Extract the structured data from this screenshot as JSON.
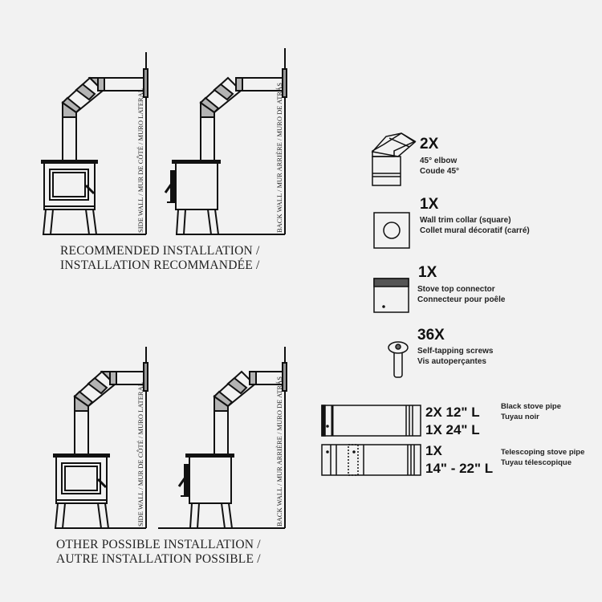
{
  "captions": {
    "recommended_en": "RECOMMENDED INSTALLATION /",
    "recommended_fr": "INSTALLATION RECOMMANDÉE /",
    "other_en": "OTHER POSSIBLE INSTALLATION /",
    "other_fr": "AUTRE INSTALLATION POSSIBLE /"
  },
  "wall_labels": {
    "side": "SIDE WALL / MUR DE CÔTÉ / MURO LATERAL",
    "back": "BACK WALL / MUR ARRIÈRE / MURO DE ATRÁS"
  },
  "parts": [
    {
      "qty": "2X",
      "name_en": "45° elbow",
      "name_fr": "Coude 45°",
      "icon": "elbow-icon"
    },
    {
      "qty": "1X",
      "name_en": "Wall trim collar (square)",
      "name_fr": "Collet mural décoratif (carré)",
      "icon": "wall-collar-icon"
    },
    {
      "qty": "1X",
      "name_en": "Stove top connector",
      "name_fr": "Connecteur pour poêle",
      "icon": "stove-connector-icon"
    },
    {
      "qty": "36X",
      "name_en": "Self-tapping screws",
      "name_fr": "Vis autoperçantes",
      "icon": "screw-icon"
    }
  ],
  "pipes": [
    {
      "qty_line1": "2X 12\" L",
      "qty_line2": "1X 24\" L",
      "name_en": "Black stove pipe",
      "name_fr": "Tuyau noir",
      "icon": "stove-pipe-icon"
    },
    {
      "qty_line1": "1X",
      "qty_line2": "14\" - 22\" L",
      "name_en": "Telescoping stove pipe",
      "name_fr": "Tuyau télescopique",
      "icon": "telescoping-pipe-icon"
    }
  ],
  "colors": {
    "background": "#f2f2f2",
    "line": "#111111",
    "elbow_fill": "#b3b3b3"
  }
}
